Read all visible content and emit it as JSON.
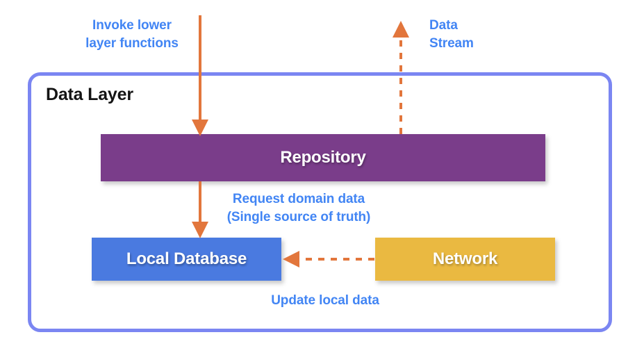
{
  "diagram": {
    "title": "Data Layer",
    "container_label": "Data Layer",
    "nodes": [
      {
        "id": "repository",
        "label": "Repository",
        "color": "#7a3d8a"
      },
      {
        "id": "local-database",
        "label": "Local Database",
        "color": "#4a7ae0"
      },
      {
        "id": "network",
        "label": "Network",
        "color": "#eab941"
      }
    ],
    "labels": {
      "invoke_lower_layer": "Invoke lower\nlayer functions",
      "data_stream": "Data\nStream",
      "request_domain_data": "Request domain data\n(Single source of truth)",
      "update_local_data": "Update local data"
    },
    "colors": {
      "border": "#7b86f2",
      "label_text": "#4285f4",
      "arrow": "#e2763c",
      "repository": "#7a3d8a",
      "local_database": "#4a7ae0",
      "network": "#eab941",
      "title_text": "#141414",
      "background": "#ffffff"
    },
    "edges": [
      {
        "id": "invoke-arrow",
        "from": "external-top",
        "to": "repository",
        "style": "solid",
        "direction": "down"
      },
      {
        "id": "data-stream-arrow",
        "from": "repository",
        "to": "external-top",
        "style": "dashed",
        "direction": "up"
      },
      {
        "id": "request-arrow",
        "from": "repository",
        "to": "local-database",
        "style": "solid",
        "direction": "down"
      },
      {
        "id": "update-arrow",
        "from": "network",
        "to": "local-database",
        "style": "dashed",
        "direction": "left"
      }
    ]
  }
}
